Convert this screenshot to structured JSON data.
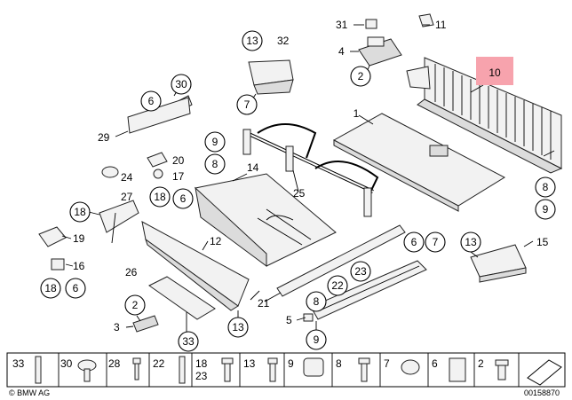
{
  "diagram": {
    "labels": {
      "p1": "1",
      "p2a": "2",
      "p2b": "2",
      "p3": "3",
      "p4": "4",
      "p5": "5",
      "p6a": "6",
      "p6b": "6",
      "p6c": "6",
      "p6d": "6",
      "p7a": "7",
      "p7b": "7",
      "p8a": "8",
      "p8b": "8",
      "p8c": "8",
      "p9a": "9",
      "p9b": "9",
      "p9c": "9",
      "p10": "10",
      "p11": "11",
      "p12": "12",
      "p13a": "13",
      "p13b": "13",
      "p13c": "13",
      "p14": "14",
      "p15": "15",
      "p16": "16",
      "p17": "17",
      "p18a": "18",
      "p18b": "18",
      "p18c": "18",
      "p19": "19",
      "p20": "20",
      "p21": "21",
      "p22": "22",
      "p23": "23",
      "p24": "24",
      "p25": "25",
      "p26": "26",
      "p27": "27",
      "p29": "29",
      "p30": "30",
      "p31": "31",
      "p32": "32",
      "p33": "33"
    },
    "footer_parts": [
      "33",
      "30",
      "28",
      "22",
      "18\n23",
      "13",
      "9",
      "8",
      "7",
      "6",
      "2"
    ],
    "brand": "© BMW AG",
    "drawing_number": "00158870",
    "highlight_color": "#f7a3ad"
  }
}
